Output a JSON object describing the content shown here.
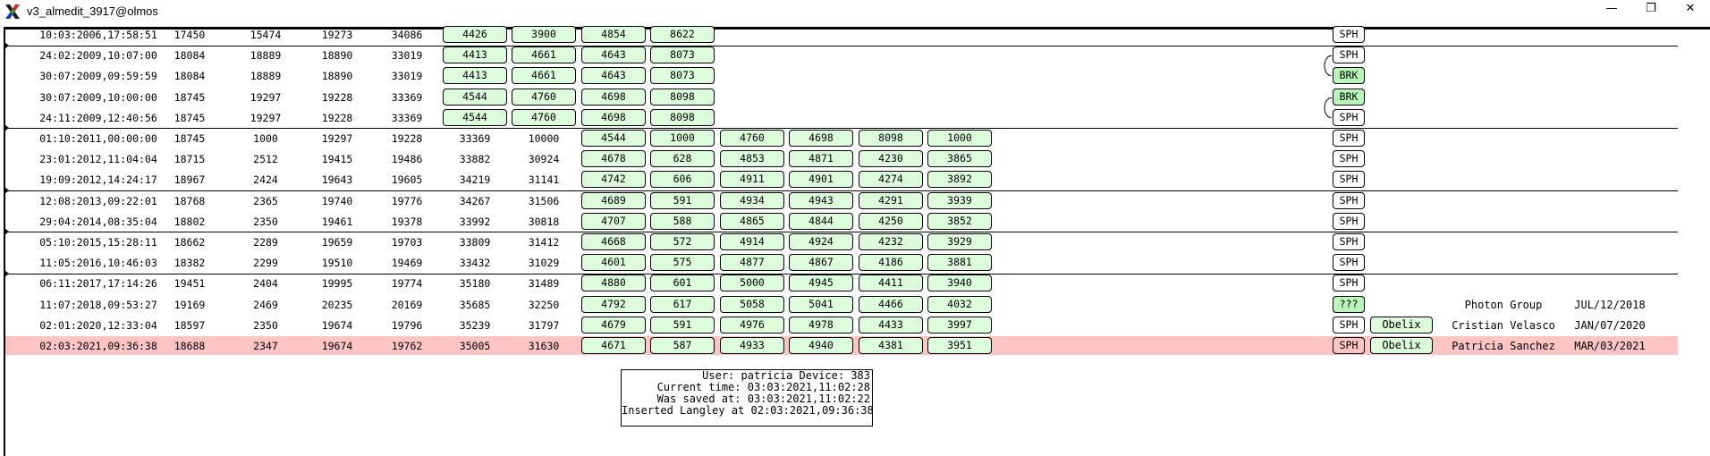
{
  "window": {
    "title": "v3_almedit_3917@olmos",
    "minimize": "—",
    "maximize": "❐",
    "close": "✕"
  },
  "colors": {
    "box_green": "#dcfcdc",
    "tag_green": "#b8f5b8",
    "highlight": "#ffc4c4"
  },
  "rows": [
    {
      "date": "10:03:2006,17:58:51",
      "values": [
        "17450",
        "15474",
        "19273",
        "34086"
      ],
      "boxes": [
        "4426",
        "3900",
        "4854",
        "8622"
      ],
      "tag": "SPH",
      "tag_green": false
    },
    {
      "date": "24:02:2009,10:07:00",
      "values": [
        "18084",
        "18889",
        "18890",
        "33019"
      ],
      "boxes": [
        "4413",
        "4661",
        "4643",
        "8073"
      ],
      "tag": "SPH",
      "tag_green": false
    },
    {
      "date": "30:07:2009,09:59:59",
      "values": [
        "18084",
        "18889",
        "18890",
        "33019"
      ],
      "boxes": [
        "4413",
        "4661",
        "4643",
        "8073"
      ],
      "tag": "BRK",
      "tag_green": true
    },
    {
      "date": "30:07:2009,10:00:00",
      "values": [
        "18745",
        "19297",
        "19228",
        "33369"
      ],
      "boxes": [
        "4544",
        "4760",
        "4698",
        "8098"
      ],
      "tag": "BRK",
      "tag_green": true
    },
    {
      "date": "24:11:2009,12:40:56",
      "values": [
        "18745",
        "19297",
        "19228",
        "33369"
      ],
      "boxes": [
        "4544",
        "4760",
        "4698",
        "8098"
      ],
      "tag": "SPH",
      "tag_green": false
    },
    {
      "date": "01:10:2011,00:00:00",
      "values": [
        "18745",
        "1000",
        "19297",
        "19228",
        "33369",
        "10000"
      ],
      "boxes": [
        "4544",
        "1000",
        "4760",
        "4698",
        "8098",
        "1000"
      ],
      "tag": "SPH",
      "tag_green": false
    },
    {
      "date": "23:01:2012,11:04:04",
      "values": [
        "18715",
        "2512",
        "19415",
        "19486",
        "33882",
        "30924"
      ],
      "boxes": [
        "4678",
        "628",
        "4853",
        "4871",
        "4230",
        "3865"
      ],
      "tag": "SPH",
      "tag_green": false
    },
    {
      "date": "19:09:2012,14:24:17",
      "values": [
        "18967",
        "2424",
        "19643",
        "19605",
        "34219",
        "31141"
      ],
      "boxes": [
        "4742",
        "606",
        "4911",
        "4901",
        "4274",
        "3892"
      ],
      "tag": "SPH",
      "tag_green": false
    },
    {
      "date": "12:08:2013,09:22:01",
      "values": [
        "18768",
        "2365",
        "19740",
        "19776",
        "34267",
        "31506"
      ],
      "boxes": [
        "4689",
        "591",
        "4934",
        "4943",
        "4291",
        "3939"
      ],
      "tag": "SPH",
      "tag_green": false
    },
    {
      "date": "29:04:2014,08:35:04",
      "values": [
        "18802",
        "2350",
        "19461",
        "19378",
        "33992",
        "30818"
      ],
      "boxes": [
        "4707",
        "588",
        "4865",
        "4844",
        "4250",
        "3852"
      ],
      "tag": "SPH",
      "tag_green": false
    },
    {
      "date": "05:10:2015,15:28:11",
      "values": [
        "18662",
        "2289",
        "19659",
        "19703",
        "33809",
        "31412"
      ],
      "boxes": [
        "4668",
        "572",
        "4914",
        "4924",
        "4232",
        "3929"
      ],
      "tag": "SPH",
      "tag_green": false
    },
    {
      "date": "11:05:2016,10:46:03",
      "values": [
        "18382",
        "2299",
        "19510",
        "19469",
        "33432",
        "31029"
      ],
      "boxes": [
        "4601",
        "575",
        "4877",
        "4867",
        "4186",
        "3881"
      ],
      "tag": "SPH",
      "tag_green": false
    },
    {
      "date": "06:11:2017,17:14:26",
      "values": [
        "19451",
        "2404",
        "19995",
        "19774",
        "35180",
        "31489"
      ],
      "boxes": [
        "4880",
        "601",
        "5000",
        "4945",
        "4411",
        "3940"
      ],
      "tag": "SPH",
      "tag_green": false
    },
    {
      "date": "11:07:2018,09:53:27",
      "values": [
        "19169",
        "2469",
        "20235",
        "20169",
        "35685",
        "32250"
      ],
      "boxes": [
        "4792",
        "617",
        "5058",
        "5041",
        "4466",
        "4032"
      ],
      "tag": "???",
      "tag_green": true,
      "name": "Photon Group",
      "entry_date": "JUL/12/2018"
    },
    {
      "date": "02:01:2020,12:33:04",
      "values": [
        "18597",
        "2350",
        "19674",
        "19796",
        "35239",
        "31797"
      ],
      "boxes": [
        "4679",
        "591",
        "4976",
        "4978",
        "4433",
        "3997"
      ],
      "tag": "SPH",
      "tag_green": false,
      "extra": "Obelix",
      "name": "Cristian Velasco",
      "entry_date": "JAN/07/2020"
    },
    {
      "date": "02:03:2021,09:36:38",
      "values": [
        "18688",
        "2347",
        "19674",
        "19762",
        "35005",
        "31630"
      ],
      "boxes": [
        "4671",
        "587",
        "4933",
        "4940",
        "4381",
        "3951"
      ],
      "tag": "SPH",
      "tag_green": false,
      "extra": "Obelix",
      "name": "Patricia Sanchez",
      "entry_date": "MAR/03/2021",
      "highlighted": true
    }
  ],
  "separators_after": [
    0,
    4,
    7,
    9,
    11
  ],
  "links": [
    [
      1,
      2
    ],
    [
      3,
      4
    ]
  ],
  "info": {
    "line1": "User: patricia Device: 383",
    "line2": "Current time: 03:03:2021,11:02:28",
    "line3": "Was saved at: 03:03:2021,11:02:22",
    "line4": "Inserted Langley at 02:03:2021,09:36:38"
  }
}
